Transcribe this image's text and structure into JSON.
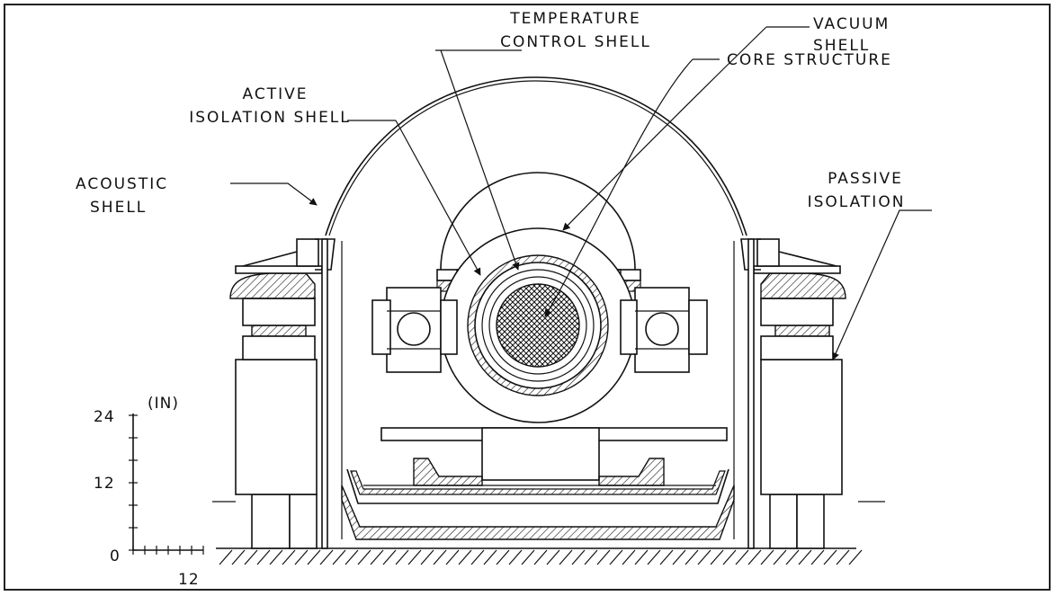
{
  "labels": {
    "temperature_control_shell": [
      "TEMPERATURE",
      "CONTROL SHELL"
    ],
    "vacuum_shell": [
      "VACUUM",
      "SHELL"
    ],
    "active_isolation_shell": [
      "ACTIVE",
      "ISOLATION SHELL"
    ],
    "core_structure": [
      "CORE STRUCTURE"
    ],
    "acoustic_shell": [
      "ACOUSTIC",
      "SHELL"
    ],
    "passive_isolation": [
      "PASSIVE",
      "ISOLATION"
    ]
  },
  "scale": {
    "unit": "(IN)",
    "ticks": [
      "24",
      "12",
      "0"
    ],
    "x_tick": "12"
  },
  "colors": {
    "line": "#111111",
    "background": "#ffffff"
  }
}
